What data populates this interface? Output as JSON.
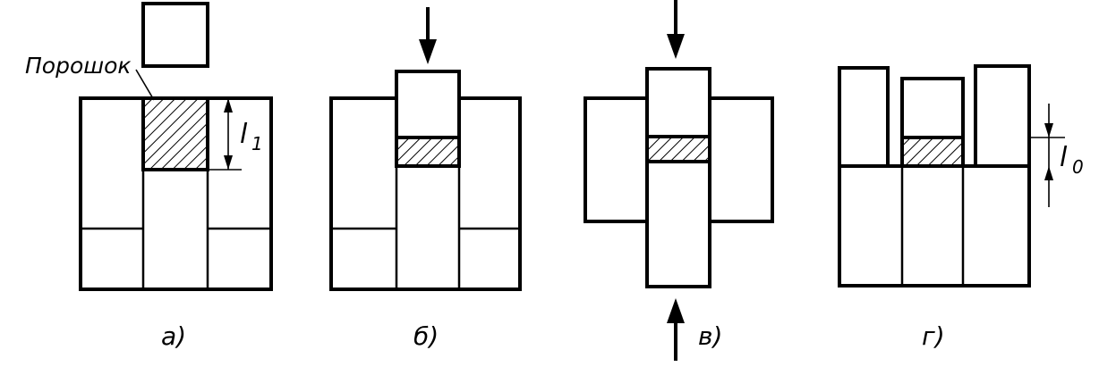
{
  "labels": {
    "powder": "Порошок",
    "l1_main": "l",
    "l1_sub": "1",
    "l0_main": "l",
    "l0_sub": "0"
  },
  "stages": [
    {
      "id": "a",
      "caption": "а)"
    },
    {
      "id": "b",
      "caption": "б)"
    },
    {
      "id": "v",
      "caption": "в)"
    },
    {
      "id": "g",
      "caption": "г)"
    }
  ],
  "colors": {
    "ink": "#000000",
    "paper": "#ffffff"
  }
}
